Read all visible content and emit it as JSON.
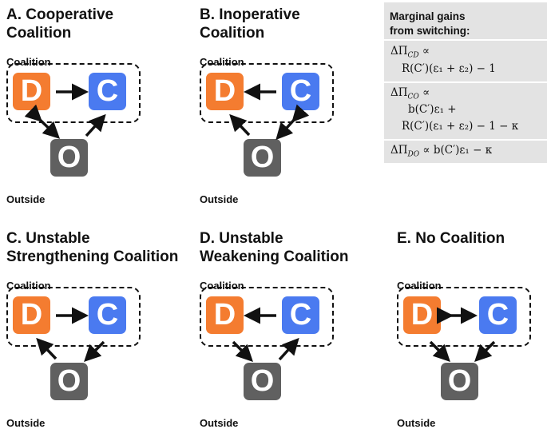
{
  "panels": {
    "a": {
      "title_line1": "A. Cooperative",
      "title_line2": "Coalition"
    },
    "b": {
      "title_line1": "B. Inoperative",
      "title_line2": "Coalition"
    },
    "c": {
      "title_line1": "C. Unstable",
      "title_line2": "Strengthening Coalition"
    },
    "d": {
      "title_line1": "D. Unstable",
      "title_line2": "Weakening Coalition"
    },
    "e": {
      "title_line1": "E. No Coalition",
      "title_line2": ""
    }
  },
  "labels": {
    "coalition": "Coalition",
    "outside": "Outside"
  },
  "nodes": {
    "d": "D",
    "c": "C",
    "o": "O"
  },
  "colors": {
    "d": "#f47c30",
    "c": "#4a7af0",
    "o": "#606060",
    "gains_bg": "#e3e3e3"
  },
  "gains": {
    "title_line1": "Marginal gains",
    "title_line2": "from switching:",
    "cd_head": "ΔΠ_CD ∝",
    "cd_line1": "R(C′)(ε₁ + ε₂) − 1",
    "co_head": "ΔΠ_CO ∝",
    "co_line1": "b(C′)ε₁ +",
    "co_line2": "R(C′)(ε₁ + ε₂) − 1 − κ",
    "do_line": "ΔΠ_DO ∝ b(C′)ε₁ − κ"
  }
}
